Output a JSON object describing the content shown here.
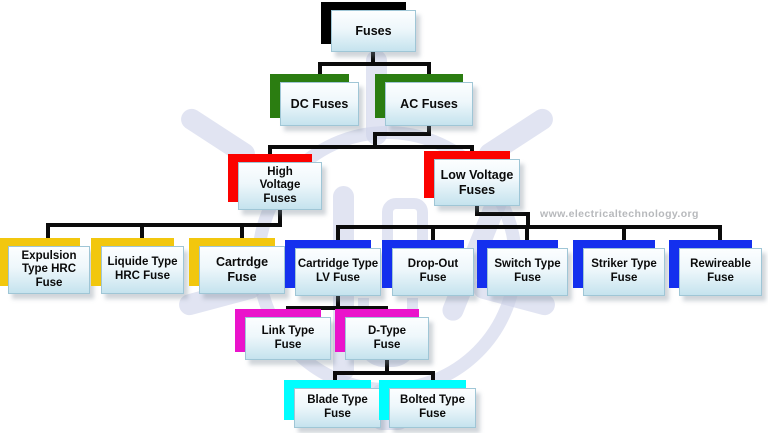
{
  "watermark": {
    "text": "www.electricaltechnology.org",
    "color": "#b7b9bc"
  },
  "palette": {
    "black": "#000000",
    "green": "#2b7d11",
    "red": "#fb0200",
    "yellow": "#f2c70e",
    "blue": "#1430ee",
    "magenta": "#ea13cb",
    "cyan": "#00feff"
  },
  "nodes": [
    {
      "id": "fuses",
      "label": "Fuses",
      "accent": "black",
      "parent": null
    },
    {
      "id": "dc-fuses",
      "label": "DC Fuses",
      "accent": "green",
      "parent": "fuses"
    },
    {
      "id": "ac-fuses",
      "label": "AC Fuses",
      "accent": "green",
      "parent": "fuses"
    },
    {
      "id": "high-voltage",
      "label": "High\nVoltage\nFuses",
      "accent": "red",
      "parent": "ac-fuses"
    },
    {
      "id": "low-voltage",
      "label": "Low Voltage\nFuses",
      "accent": "red",
      "parent": "ac-fuses"
    },
    {
      "id": "expulsion",
      "label": "Expulsion\nType HRC\nFuse",
      "accent": "yellow",
      "parent": "high-voltage"
    },
    {
      "id": "liquide",
      "label": "Liquide Type\nHRC Fuse",
      "accent": "yellow",
      "parent": "high-voltage"
    },
    {
      "id": "cartrdge",
      "label": "Cartrdge\nFuse",
      "accent": "yellow",
      "parent": "high-voltage"
    },
    {
      "id": "cartridge-lv",
      "label": "Cartridge Type\nLV Fuse",
      "accent": "blue",
      "parent": "low-voltage"
    },
    {
      "id": "drop-out",
      "label": "Drop-Out\nFuse",
      "accent": "blue",
      "parent": "low-voltage"
    },
    {
      "id": "switch-type",
      "label": "Switch Type\nFuse",
      "accent": "blue",
      "parent": "low-voltage"
    },
    {
      "id": "striker-type",
      "label": "Striker Type\nFuse",
      "accent": "blue",
      "parent": "low-voltage"
    },
    {
      "id": "rewireable",
      "label": "Rewireable\nFuse",
      "accent": "blue",
      "parent": "low-voltage"
    },
    {
      "id": "link-type",
      "label": "Link Type\nFuse",
      "accent": "magenta",
      "parent": "cartridge-lv"
    },
    {
      "id": "d-type",
      "label": "D-Type\nFuse",
      "accent": "magenta",
      "parent": "cartridge-lv"
    },
    {
      "id": "blade-type",
      "label": "Blade Type\nFuse",
      "accent": "cyan",
      "parent": "d-type"
    },
    {
      "id": "bolted-type",
      "label": "Bolted Type\nFuse",
      "accent": "cyan",
      "parent": "d-type"
    }
  ]
}
